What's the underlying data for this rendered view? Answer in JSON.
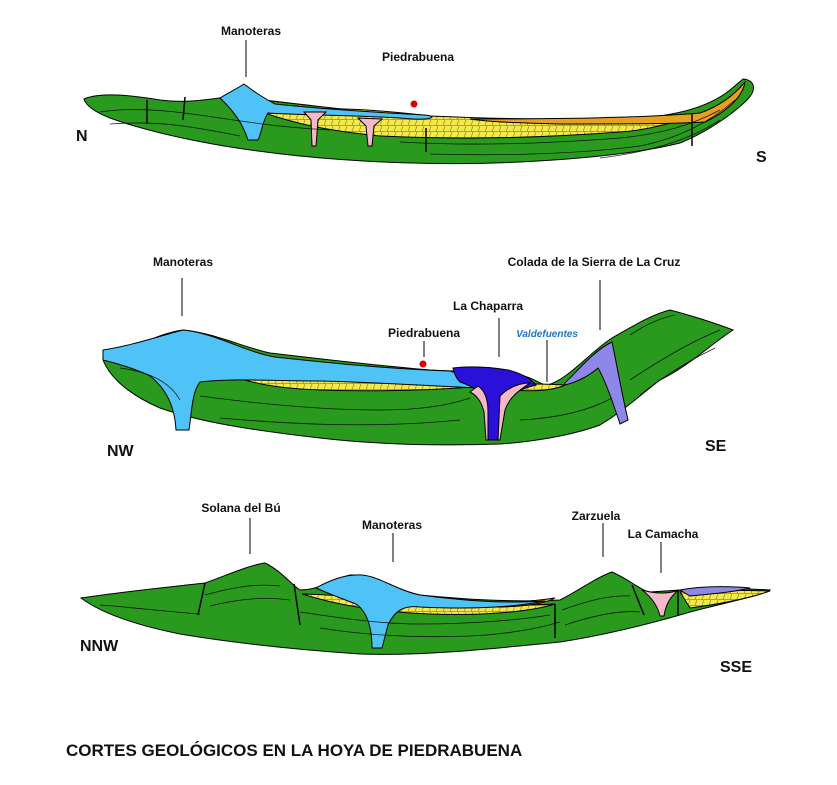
{
  "title": "CORTES GEOLÓGICOS EN LA HOYA DE PIEDRABUENA",
  "colors": {
    "basement": "#2a9a1e",
    "lava": "#4fc3f7",
    "sediment": "#f2ea4c",
    "orange": "#e8a020",
    "pink": "#f4b8c8",
    "darkblue": "#2a10d8",
    "violet": "#8e86e8",
    "marker": "#dd0000",
    "valdefuentes": "#1e74c8"
  },
  "section1": {
    "direction_left": "N",
    "direction_right": "S",
    "labels": {
      "manoteras": "Manoteras",
      "piedrabuena": "Piedrabuena"
    }
  },
  "section2": {
    "direction_left": "NW",
    "direction_right": "SE",
    "labels": {
      "manoteras": "Manoteras",
      "colada": "Colada de la Sierra de La Cruz",
      "chaparra": "La Chaparra",
      "piedrabuena": "Piedrabuena",
      "valdefuentes": "Valdefuentes"
    }
  },
  "section3": {
    "direction_left": "NNW",
    "direction_right": "SSE",
    "labels": {
      "solana": "Solana del Bú",
      "manoteras": "Manoteras",
      "zarzuela": "Zarzuela",
      "camacha": "La Camacha"
    }
  }
}
